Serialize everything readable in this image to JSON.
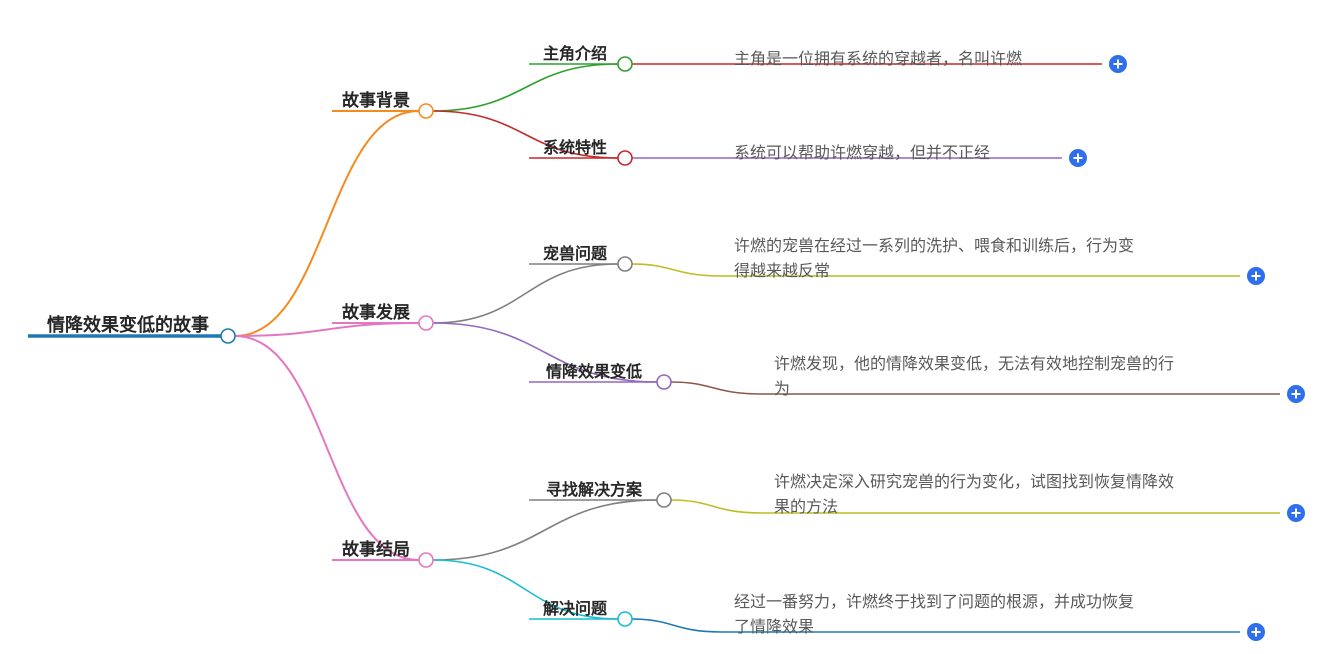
{
  "root": {
    "label": "情降效果变低的故事",
    "color": "#1f78b4"
  },
  "branches": [
    {
      "label": "故事背景",
      "color": "#f58b1f",
      "children": [
        {
          "label": "主角介绍",
          "color": "#2ca02c",
          "lineColor": "#c62828",
          "text": [
            "主角是一位拥有系统的穿越者，名叫许燃"
          ]
        },
        {
          "label": "系统特性",
          "color": "#c62828",
          "lineColor": "#9467bd",
          "text": [
            "系统可以帮助许燃穿越，但并不正经"
          ]
        }
      ]
    },
    {
      "label": "故事发展",
      "color": "#e377c2",
      "children": [
        {
          "label": "宠兽问题",
          "color": "#7f7f7f",
          "lineColor": "#bcbd22",
          "text": [
            "许燃的宠兽在经过一系列的洗护、喂食和训练后，行为变",
            "得越来越反常"
          ]
        },
        {
          "label": "情降效果变低",
          "color": "#9467bd",
          "lineColor": "#8c564b",
          "text": [
            "许燃发现，他的情降效果变低，无法有效地控制宠兽的行",
            "为"
          ]
        }
      ]
    },
    {
      "label": "故事结局",
      "color": "#e377c2",
      "children": [
        {
          "label": "寻找解决方案",
          "color": "#7f7f7f",
          "lineColor": "#bcbd22",
          "text": [
            "许燃决定深入研究宠兽的行为变化，试图找到恢复情降效",
            "果的方法"
          ]
        },
        {
          "label": "解决问题",
          "color": "#17becf",
          "lineColor": "#1f78b4",
          "text": [
            "经过一番努力，许燃终于找到了问题的根源，并成功恢复",
            "了情降效果"
          ]
        }
      ]
    }
  ],
  "expandButtonColor": "#2f6fed"
}
